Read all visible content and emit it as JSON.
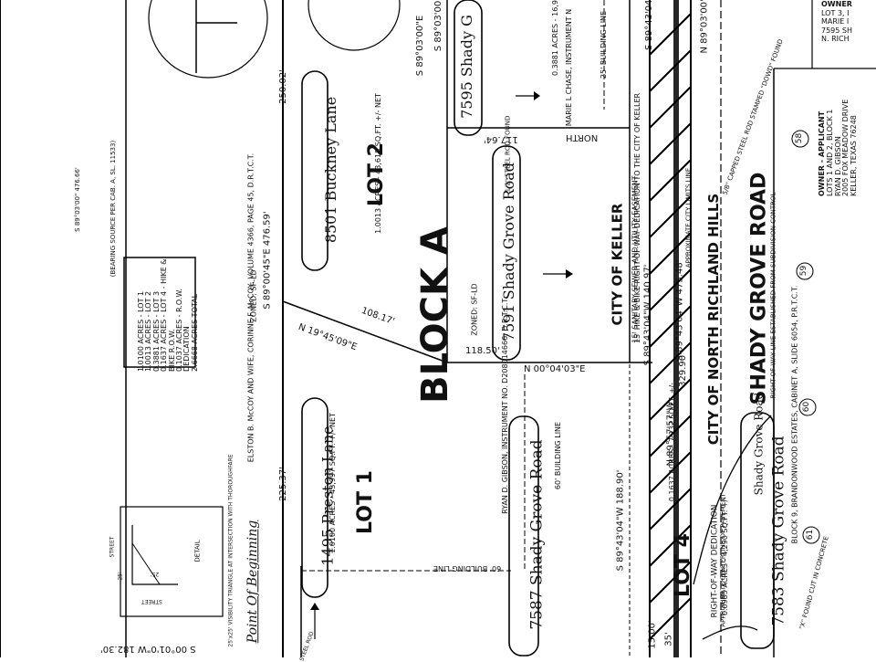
{
  "block_label": "BLOCK A",
  "lots": {
    "lot1": {
      "name": "LOT 1",
      "area": "1.0100 ACRES - 43,997 SQ.FT. +/- NET"
    },
    "lot2": {
      "name": "LOT 2",
      "area": "1.0013 ACRES - 43,618 SQ.FT. +/- NET"
    },
    "lot3_area": "0.3881 ACRES - 16,90",
    "lot4": {
      "name": "LOT 4",
      "area": "0.1637 ACRES - 7,132 SQ.FT. +/-"
    }
  },
  "acreage_table": [
    "1.0100 ACRES - LOT 1",
    "1.0013 ACRES - LOT 2",
    "0.3881 ACRES - LOT 3",
    "0.1637 ACRES - LOT 4 - HIKE & BIKE R.O.W.",
    "0.1037 ACRES - R.O.W. DEDICATION",
    "2.6668 ACRES TOTAL"
  ],
  "bearings": {
    "b1": "S 89°00'45\"E    476.59'",
    "b2": "N 19°45'09\"E",
    "b2_dist": "108.17'",
    "b3": "N 00°04'03\"E",
    "b3_dist": "118.50'",
    "b4": "117.64'",
    "b5": "S 89°03'00\"E",
    "b6": "S 89°43'04\"W 188.90'",
    "b7": "N 89°57'57\"W",
    "b7_dist": "329.90'",
    "b8": "S 89°43'04\"W 140.97'",
    "b9": "S 89°43'04\"W 475.48'",
    "b10": "S 89°43'04\"",
    "b11": "N 89°03'00\"W",
    "b12": "S 00°01'0\"W 182.30'",
    "b13": "S 89°03'00\"E",
    "d_250": "250.02'",
    "d_225": "225.37'",
    "d_15": "15.00'",
    "d_35": "35'"
  },
  "labels": {
    "north": "NORTH",
    "city_keller": "CITY OF KELLER",
    "city_nrh": "CITY OF NORTH RICHLAND HILLS",
    "shady_grove_road": "SHADY GROVE ROAD",
    "building_line_60": "60' BUILDING LINE",
    "building_line_60b": "60' BUILDING LINE",
    "building_line_25": "25' BUILDING LINE",
    "row_hike_bike": "15' HIKE & BIKE RIGHT-OF-WAY DEDICATION TO THE CITY OF KELLER",
    "sanitary": "15' SANITARY SEWER AND UTILITY EASEMENT",
    "row_dedication": "RIGHT-OF-WAY DEDICATION",
    "row_dedication_area": "0.0985 ACRES - 4,290 SQ.FT. +/-",
    "pavement": "APPROXIMATE CENTERLINE OF PAVEMENT",
    "city_limits": "APPROXIMATE CITY LIMITS LINE",
    "row_line": "RIGHT-OF-WAY LINE ESTABLISHED FROM SUBDIVISION CONTROL",
    "brandonwood": "BLOCK 9, BRANDONWOOD ESTATES, CABINET A, SLIDE 6054, P.R.T.C.T.",
    "mccoy": "ELSTON B. McCOY AND WIFE, CORINNE F. McCOY, VOLUME 4366, PAGE 45, D.R.T.C.T.",
    "zoned_sfld": "ZONED: SF-LD",
    "zoned_sfld2": "ZONED: SF-LD",
    "gibson": "RYAN D. GIBSON, INSTRUMENT NO. D208014666, D.R.T.C.T.",
    "chase": "MARIE L CHASE, INSTRUMENT N",
    "bearing_source": "(BEARING SOURCE PER CAB. A, SL. 11533)",
    "steel_rod": "1/2\" STEEL ROD FOUND",
    "capped_rod": "5/8\" CAPPED STEEL ROD STAMPED \"DOWD\" FOUND",
    "found_concrete": "\"X\" FOUND CUT IN CONCRETE",
    "point_of_beginning": "Point Of Beginning",
    "visibility_title": "DETAIL",
    "visibility": "25'x25' VISIBILITY TRIANGLE AT INTERSECTION WITH THOROUGHFARE",
    "street": "STREET",
    "street2": "STREET",
    "v25": "25'",
    "v25b": "25'",
    "steel_rod_small": "STEEL ROD",
    "s89_top": "S 89°03'00\" 476.66'"
  },
  "addresses": {
    "a1495": "1495 Preston Lane",
    "a8501": "8501 Buckney Lane",
    "a7587": "7587 Shady Grove Road",
    "a7591": "7591 Shady Grove Road",
    "a7595": "7595 Shady G",
    "a7583": "7583 Shady Grove Road",
    "shady_hand": "Shady Grove Road"
  },
  "lot_numbers": [
    "58",
    "59",
    "60",
    "61"
  ],
  "owner": {
    "header": "OWNER - APPLICANT",
    "lines": [
      "LOTS 1 AND 2, BLOCK 1",
      "RYAN D. GIBSON",
      "2005 FOX MEADOW DRIVE",
      "KELLER, TEXAS 76248"
    ],
    "top_header": "OWNER",
    "top_lines": [
      "LOT 3, I",
      "MARIE I",
      "7595 SH",
      "N. RICH"
    ]
  }
}
